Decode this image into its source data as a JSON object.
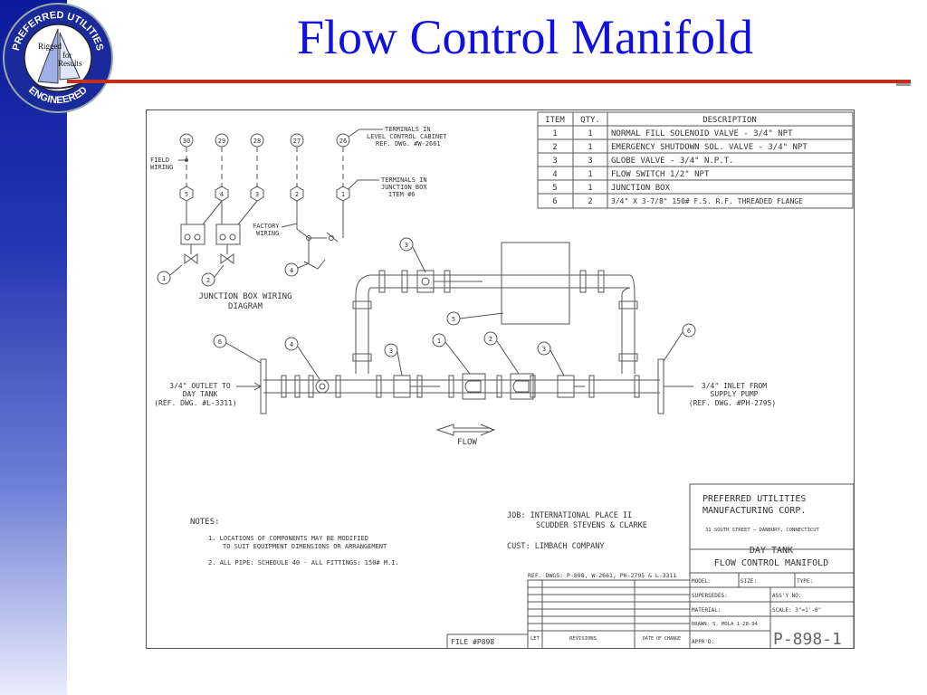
{
  "slide": {
    "title": "Flow Control Manifold"
  },
  "logo": {
    "top_text": "PREFERRED UTILITIES",
    "line1": "Rigged",
    "line2": "for",
    "line3": "Results",
    "bottom_text": "ENGINEERED"
  },
  "colors": {
    "title": "#1010e0",
    "rule": "#c0301a",
    "sidebar_top": "#0c1a9c",
    "line": "#555555"
  },
  "bom": {
    "headers": [
      "ITEM",
      "QTY.",
      "DESCRIPTION"
    ],
    "rows": [
      [
        "1",
        "1",
        "NORMAL FILL SOLENOID VALVE - 3/4\" NPT"
      ],
      [
        "2",
        "1",
        "EMERGENCY SHUTDOWN SOL. VALVE - 3/4\" NPT"
      ],
      [
        "3",
        "3",
        "GLOBE VALVE - 3/4\" N.P.T."
      ],
      [
        "4",
        "1",
        "FLOW SWITCH 1/2\" NPT"
      ],
      [
        "5",
        "1",
        "JUNCTION BOX"
      ],
      [
        "6",
        "2",
        "3/4\" X 3-7/8\" 150# F.S. R.F. THREADED FLANGE"
      ]
    ]
  },
  "wiring": {
    "terminals_top": [
      "30",
      "29",
      "28",
      "27",
      "26"
    ],
    "terminals_bottom": [
      "5",
      "4",
      "3",
      "2",
      "1"
    ],
    "field_wiring": [
      "FIELD",
      "WIRING"
    ],
    "cabinet_note": [
      "TERMINALS IN",
      "LEVEL CONTROL CABINET",
      "REF. DWG. #W-2661"
    ],
    "junction_note": [
      "TERMINALS IN",
      "JUNCTION BOX",
      "ITEM #6"
    ],
    "factory_wiring": [
      "FACTORY",
      "WIRING"
    ],
    "callouts": [
      "1",
      "2",
      "4"
    ],
    "caption": [
      "JUNCTION BOX WIRING",
      "DIAGRAM"
    ]
  },
  "piping": {
    "callouts": [
      "3",
      "5",
      "6",
      "4",
      "3",
      "1",
      "2",
      "3",
      "6"
    ],
    "outlet_note": [
      "3/4\" OUTLET TO",
      "DAY TANK",
      "(REF. DWG. #L-3311)"
    ],
    "inlet_note": [
      "3/4\" INLET FROM",
      "SUPPLY PUMP",
      "(REF. DWG. #PH-2795)"
    ],
    "flow_label": "FLOW"
  },
  "notes": {
    "heading": "NOTES:",
    "lines": [
      "1. LOCATIONS OF COMPONENTS MAY BE MODIFIED",
      "TO SUIT EQUIPMENT DIMENSIONS OR ARRANGEMENT",
      "2. ALL PIPE: SCHEDULE 40 - ALL FITTINGS: 150# M.I."
    ]
  },
  "job": {
    "job_label": "JOB: INTERNATIONAL PLACE II",
    "job_line2": "SCUDDER STEVENS & CLARKE",
    "cust": "CUST: LIMBACH COMPANY"
  },
  "title_block": {
    "company1": "PREFERRED UTILITIES",
    "company2": "MANUFACTURING CORP.",
    "address": "31 SOUTH STREET — DANBURY, CONNECTICUT",
    "drawing_title1": "DAY TANK",
    "drawing_title2": "FLOW CONTROL MANIFOLD",
    "ref_dwgs": "REF. DWGS: P-898, W-2661, PH-2795 & L-3311",
    "model": "MODEL:",
    "size": "SIZE:",
    "type": "TYPE:",
    "supersedes": "SUPERSEDES:",
    "assy_no": "ASS'Y NO.",
    "material": "MATERIAL:",
    "scale": "SCALE: 3\"=1'-0\"",
    "drawn": "DRAWN: S. MOLA 1-28-94",
    "apprd": "APPR'D:",
    "drawing_no": "P-898-1",
    "file": "FILE #P898",
    "let": "LET",
    "revisions": "REVISIONS",
    "date_of_change": "DATE OF CHANGE"
  }
}
